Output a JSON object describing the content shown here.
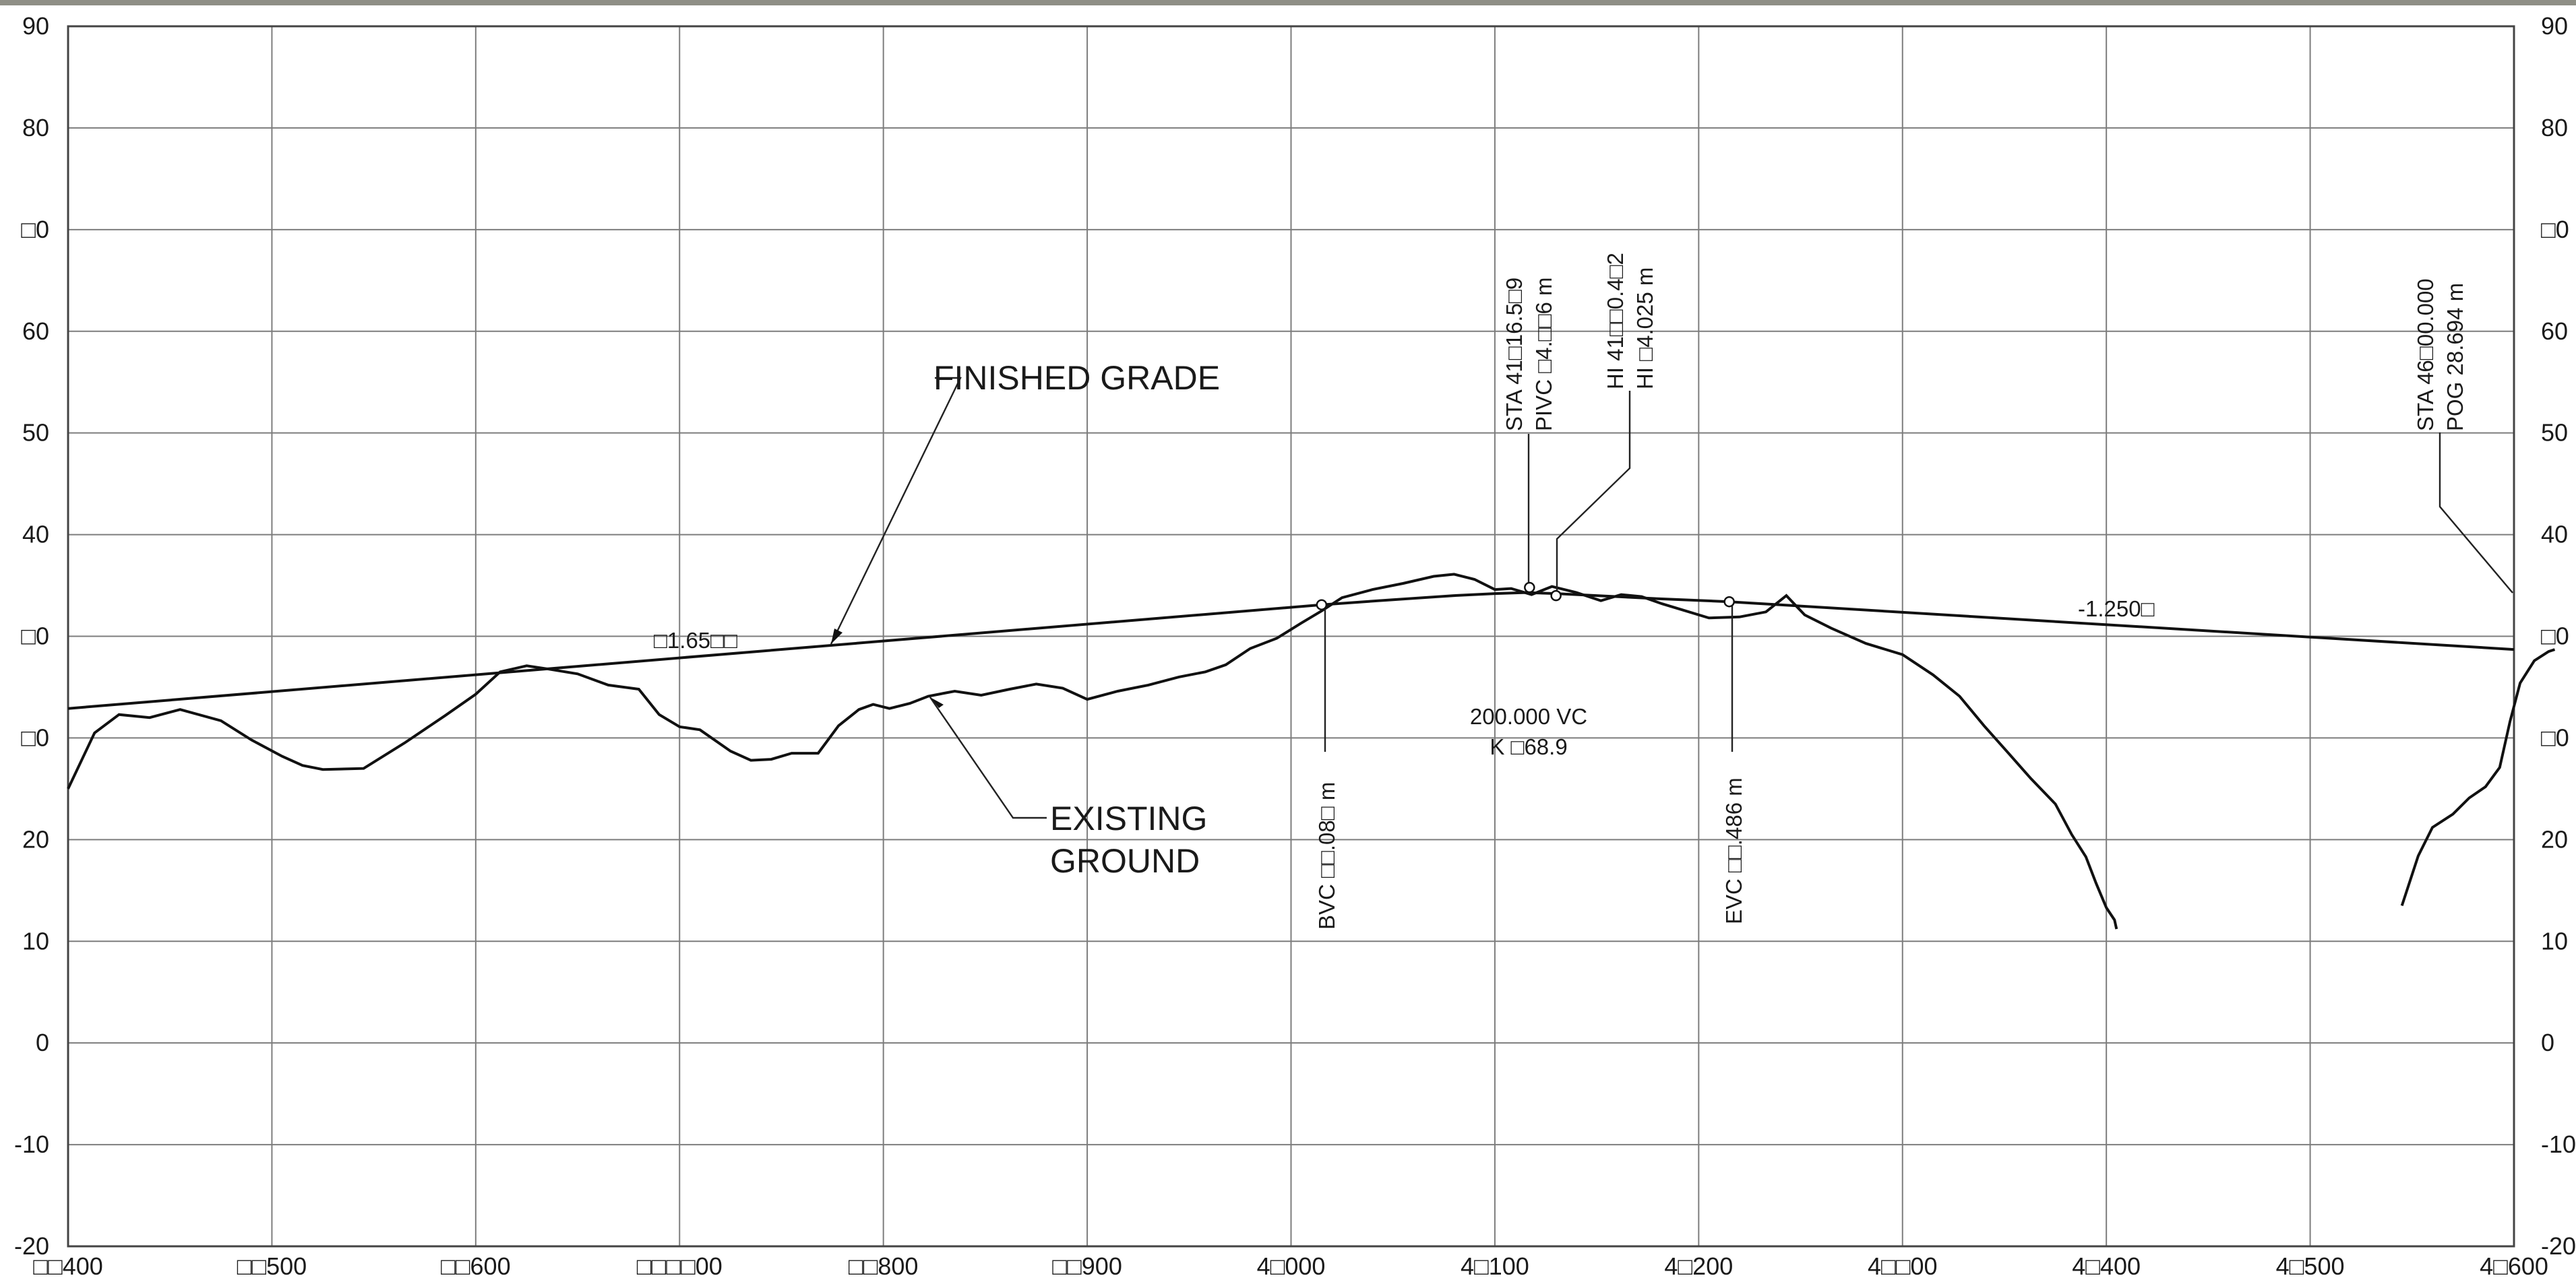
{
  "chart_data": {
    "type": "line",
    "title": "",
    "x_tick_labels": [
      "□□400",
      "□□500",
      "□□600",
      "□□□□00",
      "□□800",
      "□□900",
      "4□000",
      "4□100",
      "4□200",
      "4□□00",
      "4□400",
      "4□500",
      "4□600"
    ],
    "y_tick_labels": [
      "90",
      "80",
      "□0",
      "60",
      "50",
      "40",
      "□0",
      "□0",
      "20",
      "10",
      "0",
      "-10",
      "-20"
    ],
    "xlim": [
      3400,
      4600
    ],
    "ylim": [
      -30,
      90
    ],
    "grid": true,
    "series": [
      {
        "id": "finished",
        "points": [
          [
            3400,
            22.9
          ],
          [
            4015,
            33.1
          ],
          [
            4050,
            33.6
          ],
          [
            4080,
            34.0
          ],
          [
            4100,
            34.2
          ],
          [
            4115,
            34.3
          ],
          [
            4130,
            34.2
          ],
          [
            4150,
            34.0
          ],
          [
            4180,
            33.7
          ],
          [
            4215,
            33.4
          ],
          [
            4600,
            28.7
          ]
        ]
      },
      {
        "id": "existing",
        "points": [
          [
            3400,
            15
          ],
          [
            3413,
            20.5
          ],
          [
            3425,
            22.3
          ],
          [
            3440,
            22
          ],
          [
            3455,
            22.8
          ],
          [
            3475,
            21.7
          ],
          [
            3490,
            19.8
          ],
          [
            3505,
            18.2
          ],
          [
            3515,
            17.3
          ],
          [
            3525,
            16.9
          ],
          [
            3545,
            17
          ],
          [
            3565,
            19.5
          ],
          [
            3585,
            22.2
          ],
          [
            3600,
            24.3
          ],
          [
            3612,
            26.5
          ],
          [
            3625,
            27.1
          ],
          [
            3635,
            26.8
          ],
          [
            3650,
            26.3
          ],
          [
            3665,
            25.2
          ],
          [
            3680,
            24.8
          ],
          [
            3690,
            22.3
          ],
          [
            3700,
            21.1
          ],
          [
            3710,
            20.8
          ],
          [
            3725,
            18.7
          ],
          [
            3735,
            17.8
          ],
          [
            3745,
            17.9
          ],
          [
            3755,
            18.5
          ],
          [
            3768,
            18.5
          ],
          [
            3778,
            21.2
          ],
          [
            3788,
            22.8
          ],
          [
            3795,
            23.3
          ],
          [
            3803,
            22.9
          ],
          [
            3813,
            23.4
          ],
          [
            3822,
            24.1
          ],
          [
            3835,
            24.6
          ],
          [
            3848,
            24.2
          ],
          [
            3862,
            24.8
          ],
          [
            3875,
            25.3
          ],
          [
            3888,
            24.9
          ],
          [
            3900,
            23.8
          ],
          [
            3915,
            24.6
          ],
          [
            3930,
            25.2
          ],
          [
            3945,
            26
          ],
          [
            3958,
            26.5
          ],
          [
            3968,
            27.2
          ],
          [
            3980,
            28.8
          ],
          [
            3993,
            29.8
          ],
          [
            4005,
            31.3
          ],
          [
            4015,
            32.5
          ],
          [
            4025,
            33.8
          ],
          [
            4040,
            34.6
          ],
          [
            4055,
            35.2
          ],
          [
            4070,
            35.9
          ],
          [
            4080,
            36.1
          ],
          [
            4090,
            35.6
          ],
          [
            4100,
            34.6
          ],
          [
            4108,
            34.7
          ],
          [
            4118,
            34.1
          ],
          [
            4128,
            34.9
          ],
          [
            4140,
            34.3
          ],
          [
            4152,
            33.5
          ],
          [
            4162,
            34.1
          ],
          [
            4172,
            33.9
          ],
          [
            4182,
            33.2
          ],
          [
            4192,
            32.6
          ],
          [
            4205,
            31.8
          ],
          [
            4220,
            31.9
          ],
          [
            4233,
            32.4
          ],
          [
            4243,
            34
          ],
          [
            4252,
            32.1
          ],
          [
            4265,
            30.8
          ],
          [
            4282,
            29.3
          ],
          [
            4300,
            28.2
          ],
          [
            4315,
            26.2
          ],
          [
            4328,
            24.1
          ],
          [
            4340,
            21.2
          ],
          [
            4352,
            18.5
          ],
          [
            4363,
            16
          ],
          [
            4375,
            13.5
          ],
          [
            4383,
            10.5
          ],
          [
            4390,
            8.3
          ],
          [
            4395,
            5.7
          ],
          [
            4400,
            3.3
          ],
          [
            4404,
            2.1
          ],
          [
            4405,
            1.2
          ]
        ]
      },
      {
        "id": "existing-right",
        "points": [
          [
            4545,
            3.5
          ],
          [
            4553,
            8.4
          ],
          [
            4560,
            11.2
          ],
          [
            4570,
            12.5
          ],
          [
            4578,
            14.1
          ],
          [
            4586,
            15.2
          ],
          [
            4593,
            17.1
          ],
          [
            4598,
            21.6
          ],
          [
            4603,
            25.4
          ],
          [
            4610,
            27.6
          ],
          [
            4617,
            28.5
          ],
          [
            4620,
            28.7
          ]
        ]
      }
    ],
    "annotations": {
      "finished_grade": "FINISHED GRADE",
      "existing_ground_1": "EXISTING",
      "existing_ground_2": "GROUND",
      "grade_left": "□1.65□□",
      "grade_right": "-1.250□",
      "vc": "200.000 VC",
      "k": "K □68.9",
      "sta_pivc": "STA 41□16.5□9",
      "pivc": "PIVC □4.□□6 m",
      "hi_sta": "HI 41□□0.4□2",
      "hi": "HI □4.025 m",
      "sta_pog": "STA 46□00.000",
      "pog": "POG 28.694 m",
      "bvc": "BVC □□.08□ m",
      "evc": "EVC □□.486 m"
    },
    "markers": {
      "bvc": [
        4015,
        33.1
      ],
      "pivc": [
        4117,
        34.8
      ],
      "hi": [
        4130,
        34.0
      ],
      "evc": [
        4215,
        33.4
      ]
    }
  }
}
